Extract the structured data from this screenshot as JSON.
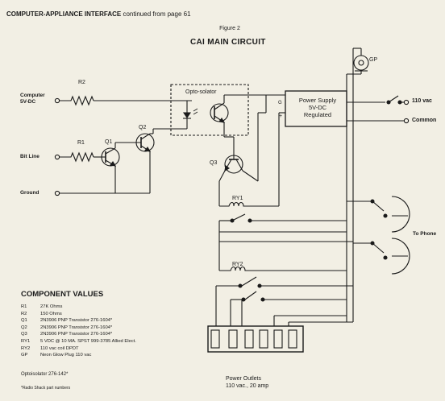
{
  "header": {
    "title_bold": "COMPUTER-APPLIANCE INTERFACE",
    "title_rest": " continued from page 61"
  },
  "figure": {
    "label": "Figure 2",
    "title": "CAI MAIN CIRCUIT"
  },
  "inputs": {
    "computer_line1": "Computer",
    "computer_line2": "5V-DC",
    "bit_line": "Bit Line",
    "ground": "Ground"
  },
  "parts": {
    "r1": "R1",
    "r2": "R2",
    "q1": "Q1",
    "q2": "Q2",
    "q3": "Q3",
    "ry1": "RY1",
    "ry2": "RY2",
    "gp": "GP",
    "optoisolator": "Opto-solator",
    "opto_g": "G",
    "opto_plus": "+"
  },
  "power_supply": {
    "line1": "Power Supply",
    "line2": "5V-DC",
    "line3": "Regulated"
  },
  "outputs": {
    "vac": "110 vac",
    "common": "Common",
    "to_phone": "To Phone"
  },
  "component_values": {
    "title": "COMPONENT VALUES",
    "rows": [
      {
        "ref": "R1",
        "desc": "27K Ohms"
      },
      {
        "ref": "R2",
        "desc": "150 Ohms"
      },
      {
        "ref": "Q1",
        "desc": "2N3906 PNP Transistor 276-1604*"
      },
      {
        "ref": "Q2",
        "desc": "2N3906 PNP Transistor 276-1604*"
      },
      {
        "ref": "Q3",
        "desc": "2N3906 PNP Transistor 276-1604*"
      },
      {
        "ref": "RY1",
        "desc": "5 VDC @ 10 MA. SPST 999-3785 Allied Elect."
      },
      {
        "ref": "RY2",
        "desc": "110 vac coil DPDT"
      },
      {
        "ref": "GP",
        "desc": "Neon Glow Plug 110 vac"
      }
    ],
    "opto": "Optoisolator 276-142*",
    "footnote": "*Radio Shack part numbers"
  },
  "outlets": {
    "line1": "Power Outlets",
    "line2": "110 vac., 20 amp"
  }
}
